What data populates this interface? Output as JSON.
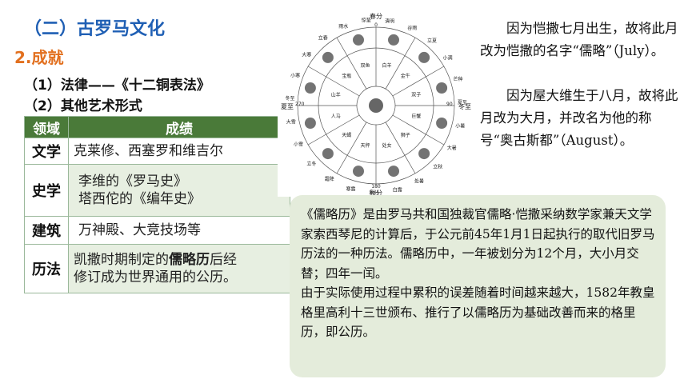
{
  "section_title": "（二）古罗马文化",
  "sub_title": "2.成就",
  "items": {
    "law": "（1）法律——《十二铜表法》",
    "arts": "（2）其他艺术形式"
  },
  "table": {
    "headers": [
      "领域",
      "成绩"
    ],
    "rows": [
      {
        "field": "文学",
        "lines": [
          "克莱修、西塞罗和维吉尔"
        ]
      },
      {
        "field": "史学",
        "lines": [
          "李维的《罗马史》",
          "塔西佗的《编年史》"
        ]
      },
      {
        "field": "建筑",
        "lines": [
          "万神殿、大竞技场等"
        ]
      },
      {
        "field": "历法",
        "pre": "凯撒时期制定的",
        "highlight": "儒略历",
        "post": "后经",
        "line2": "修订成为世界通用的公历。"
      }
    ]
  },
  "calendar": {
    "top_label": "春分",
    "bottom_label": "秋分",
    "left_label": "夏至",
    "right_label": "冬至",
    "degrees": {
      "top": "0",
      "right": "90",
      "bottom": "180",
      "left": "270"
    },
    "outer_terms": [
      "雨水",
      "惊蛰",
      "清明",
      "谷雨",
      "立夏",
      "小满",
      "芒种",
      "夏至",
      "小暑",
      "大暑",
      "立秋",
      "处暑",
      "白露",
      "秋分",
      "寒露",
      "霜降",
      "立冬",
      "小雪",
      "大雪",
      "冬至",
      "小寒",
      "大寒",
      "立春"
    ],
    "inner_signs": [
      "白羊",
      "金牛",
      "双子",
      "巨蟹",
      "狮子",
      "处女",
      "天秤",
      "天蝎",
      "人马",
      "山羊",
      "宝瓶",
      "双鱼"
    ]
  },
  "notes": {
    "july": "因为恺撒七月出生，故将此月改为恺撒的名字“儒略”（July）。",
    "august": "因为屋大维生于八月，故将此月改为大月，并改名为他的称号“奥古斯都”（August）。"
  },
  "info_box": {
    "para1": "《儒略历》是由罗马共和国独裁官儒略·恺撒采纳数学家兼天文学家索西琴尼的计算后，于公元前45年1月1日起执行的取代旧罗马历法的一种历法。儒略历中，一年被划分为12个月，大小月交替；四年一闰。",
    "para2": "由于实际使用过程中累积的误差随着时间越来越大，1582年教皇格里高利十三世颁布、推行了以儒略历为基础改善而来的格里历，即公历。"
  },
  "colors": {
    "title_blue": "#1f5fb4",
    "subtitle_orange": "#e2701f",
    "table_header_green": "#4a7a39",
    "box_green": "#e4ecdb"
  }
}
